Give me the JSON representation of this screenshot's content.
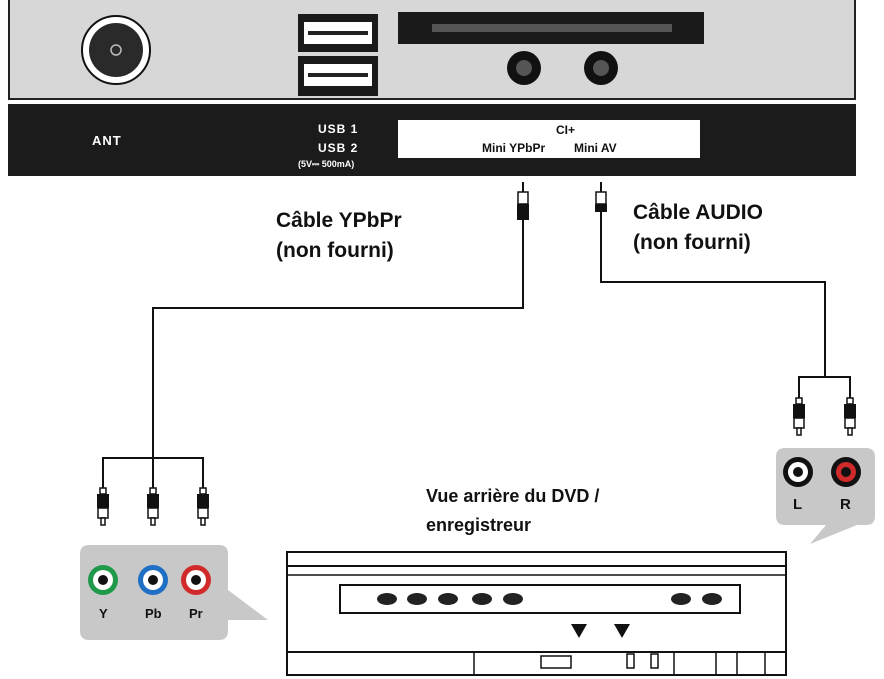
{
  "tv": {
    "ant_label": "ANT",
    "usb1_label": "USB 1",
    "usb2_label": "USB 2",
    "usb_power": "(5V⎓ 500mA)",
    "ci_label": "CI+",
    "mini_ypbpr_label": "Mini YPbPr",
    "mini_av_label": "Mini AV"
  },
  "cables": {
    "ypbpr_line1": "Câble YPbPr",
    "ypbpr_line2": "(non fourni)",
    "audio_line1": "Câble AUDIO",
    "audio_line2": "(non fourni)"
  },
  "dvd": {
    "caption_line1": "Vue arrière du DVD /",
    "caption_line2": "enregistreur"
  },
  "component_jacks": {
    "y": "Y",
    "pb": "Pb",
    "pr": "Pr",
    "colors": {
      "y": "#1f9a4a",
      "pb": "#1f6fc4",
      "pr": "#d02a2a"
    }
  },
  "audio_jacks": {
    "l": "L",
    "r": "R",
    "colors": {
      "l": "#ffffff",
      "r": "#d02a2a"
    }
  }
}
